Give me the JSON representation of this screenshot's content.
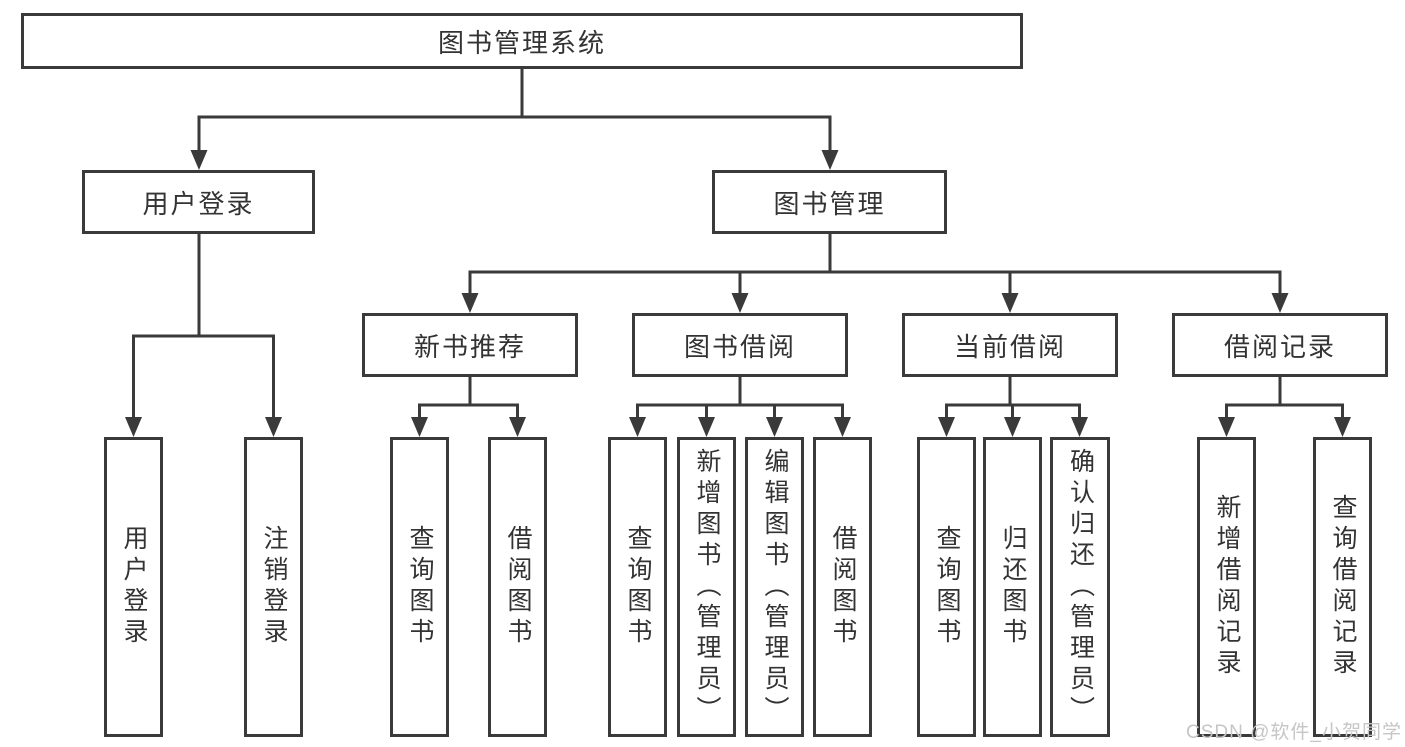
{
  "diagram": {
    "type": "hierarchy-tree",
    "colors": {
      "line": "#3a3a3a",
      "box_border": "#3a3a3a",
      "text": "#333333",
      "background": "#ffffff",
      "watermark": "#c6c6c6"
    },
    "watermark": "CSDN @软件_小贺同学",
    "tree": {
      "root": {
        "label": "图书管理系统"
      },
      "branches": [
        {
          "label": "用户登录",
          "children": [
            {
              "label": "用户登录"
            },
            {
              "label": "注销登录"
            }
          ]
        },
        {
          "label": "图书管理",
          "children": [
            {
              "label": "新书推荐",
              "children": [
                {
                  "label": "查询图书"
                },
                {
                  "label": "借阅图书"
                }
              ]
            },
            {
              "label": "图书借阅",
              "children": [
                {
                  "label": "查询图书"
                },
                {
                  "label": "新增图书（管理员）"
                },
                {
                  "label": "编辑图书（管理员）"
                },
                {
                  "label": "借阅图书"
                }
              ]
            },
            {
              "label": "当前借阅",
              "children": [
                {
                  "label": "查询图书"
                },
                {
                  "label": "归还图书"
                },
                {
                  "label": "确认归还（管理员）"
                }
              ]
            },
            {
              "label": "借阅记录",
              "children": [
                {
                  "label": "新增借阅记录"
                },
                {
                  "label": "查询借阅记录"
                }
              ]
            }
          ]
        }
      ]
    }
  }
}
